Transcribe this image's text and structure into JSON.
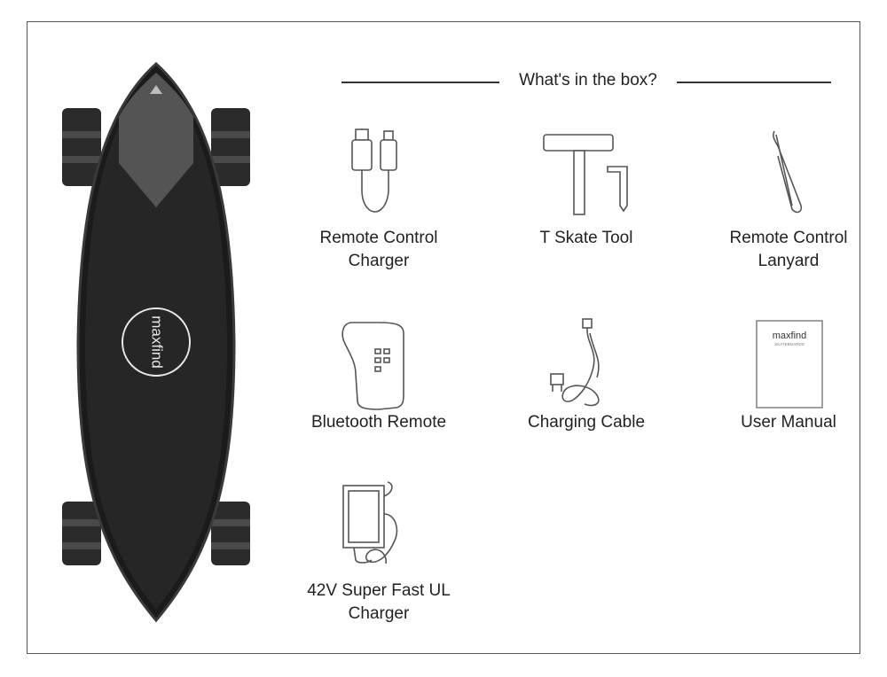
{
  "brand": {
    "logo_text": "maxfind",
    "manual_sub": "SKATEBOARDS"
  },
  "box": {
    "title": "What's in the box?"
  },
  "items": [
    {
      "label_lines": [
        "Remote Control",
        "Charger"
      ]
    },
    {
      "label_lines": [
        "T Skate Tool"
      ]
    },
    {
      "label_lines": [
        "Remote Control",
        "Lanyard"
      ]
    },
    {
      "label_lines": [
        "Bluetooth Remote"
      ]
    },
    {
      "label_lines": [
        "Charging Cable"
      ]
    },
    {
      "label_lines": [
        "User Manual"
      ]
    },
    {
      "label_lines": [
        "42V Super Fast UL",
        "Charger"
      ]
    }
  ],
  "colors": {
    "deck": "#1b1b1b",
    "grip": "#2a2a2a",
    "wheel": "#2f2f2f",
    "frame": "#555555"
  }
}
